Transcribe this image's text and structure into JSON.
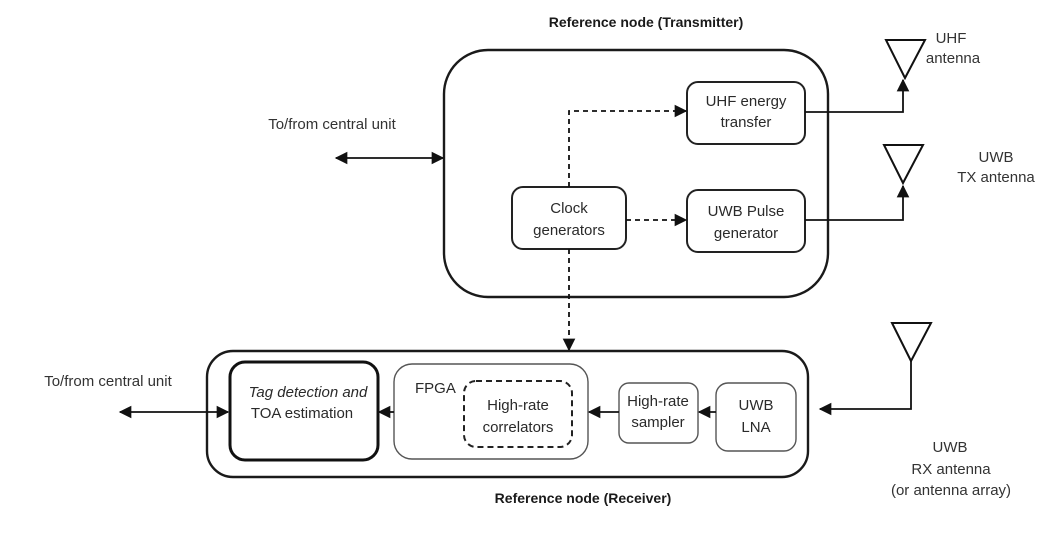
{
  "transmitter": {
    "title": "Reference node (Transmitter)",
    "link_label": "To/from central unit",
    "blocks": {
      "uhf_energy": [
        "UHF energy",
        "transfer"
      ],
      "clock": [
        "Clock",
        "generators"
      ],
      "uwb_pulse": [
        "UWB Pulse",
        "generator"
      ]
    },
    "antennas": {
      "uhf": [
        "UHF",
        "antenna"
      ],
      "uwb_tx": [
        "UWB",
        "TX antenna"
      ]
    }
  },
  "receiver": {
    "title": "Reference node (Receiver)",
    "link_label": "To/from central unit",
    "blocks": {
      "tag_detection": [
        "Tag detection and",
        "TOA estimation"
      ],
      "fpga": "FPGA",
      "correlators": [
        "High-rate",
        "correlators"
      ],
      "sampler": [
        "High-rate",
        "sampler"
      ],
      "lna": [
        "UWB",
        "LNA"
      ]
    },
    "antenna": [
      "UWB",
      "RX antenna",
      "(or antenna array)"
    ]
  }
}
